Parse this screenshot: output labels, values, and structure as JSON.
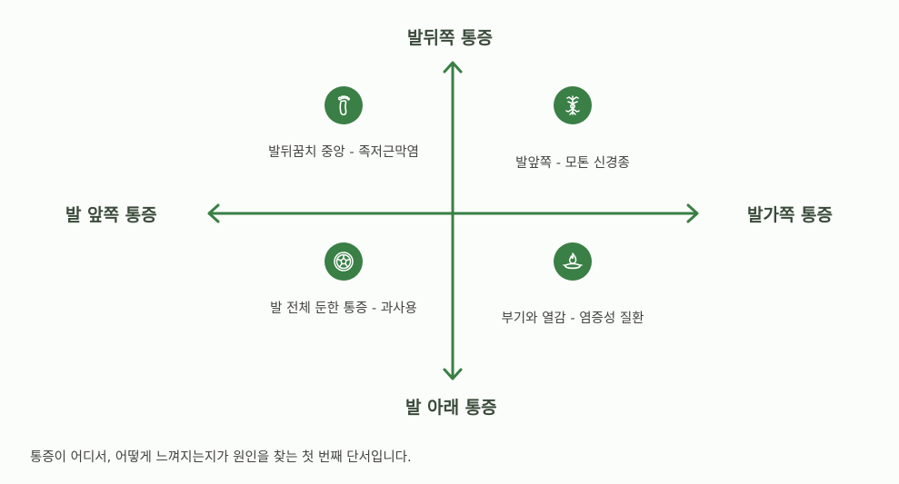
{
  "axes": {
    "top": "발뒤쪽 통증",
    "bottom": "발 아래 통증",
    "left": "발 앞쪽 통증",
    "right": "발가쪽 통증"
  },
  "quadrants": {
    "top_left": {
      "icon": "footprint-icon",
      "text": "발뒤꿈치 중앙 - 족저근막염"
    },
    "top_right": {
      "icon": "nerve-icon",
      "text": "발앞쪽 - 모톤 신경종"
    },
    "bottom_left": {
      "icon": "ball-icon",
      "text": "발 전체 둔한 통증 - 과사용"
    },
    "bottom_right": {
      "icon": "fire-icon",
      "text": "부기와 열감 - 염증성 질환"
    }
  },
  "footer": "통증이 어디서, 어떻게 느껴지는지가 원인을 찾는 첫 번째 단서입니다.",
  "colors": {
    "accent": "#3a7f45",
    "background": "#fbfdfa"
  }
}
